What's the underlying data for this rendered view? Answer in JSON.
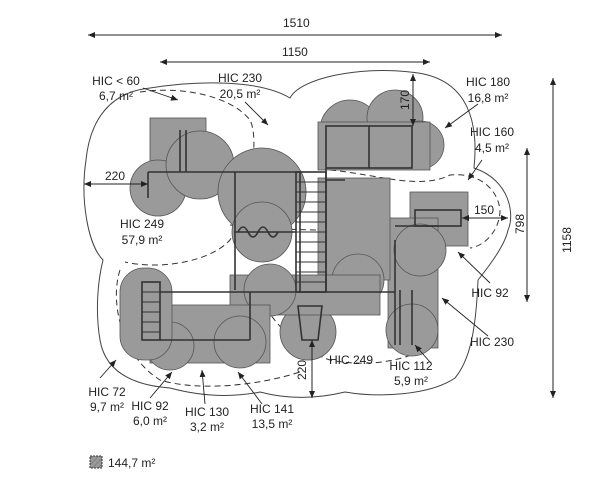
{
  "dimensions": {
    "total_width": "1510",
    "inner_width": "1150",
    "total_height": "1158",
    "inner_height": "798",
    "left_offset": "220",
    "right_offset": "150",
    "top_offset": "170",
    "bottom_offset": "220"
  },
  "labels": {
    "hic_lt60": {
      "line1": "HIC < 60",
      "line2": "6,7 m²"
    },
    "hic_230_top": {
      "line1": "HIC 230",
      "line2": "20,5 m²"
    },
    "hic_180": {
      "line1": "HIC 180",
      "line2": "16,8 m²"
    },
    "hic_160": {
      "line1": "HIC 160",
      "line2": "4,5 m²"
    },
    "hic_249_left": {
      "line1": "HIC 249",
      "line2": "57,9 m²"
    },
    "hic_92_right": {
      "line1": "HIC 92"
    },
    "hic_230_right": {
      "line1": "HIC 230"
    },
    "hic_249_bottom": {
      "line1": "HIC 249"
    },
    "hic_112": {
      "line1": "HIC 112",
      "line2": "5,9 m²"
    },
    "hic_72": {
      "line1": "HIC 72",
      "line2": "9,7 m²"
    },
    "hic_92_bottom": {
      "line1": "HIC 92",
      "line2": "6,0 m²"
    },
    "hic_130": {
      "line1": "HIC 130",
      "line2": "3,2 m²"
    },
    "hic_141": {
      "line1": "HIC 141",
      "line2": "13,5 m²"
    }
  },
  "legend": {
    "area": "144,7 m²",
    "icon": "hatched-square-icon"
  },
  "colors": {
    "zone_fill": "#9a9a9a",
    "line": "#333333"
  }
}
